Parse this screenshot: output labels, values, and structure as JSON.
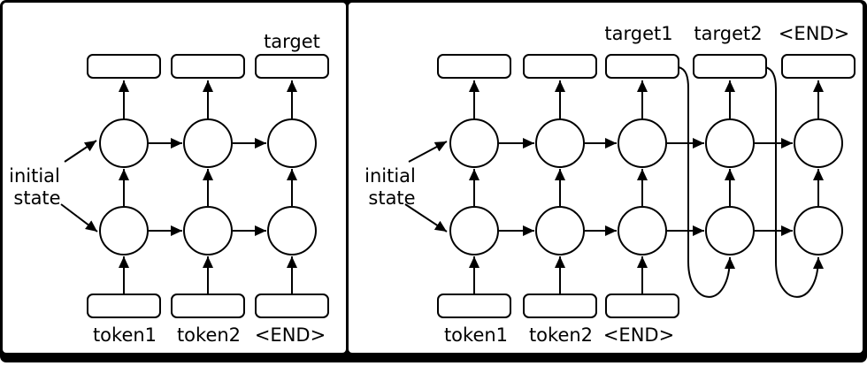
{
  "diagram": {
    "colors": {
      "stroke": "#000000",
      "background": "#ffffff",
      "frame": "#000000",
      "text": "#000000"
    },
    "left_panel": {
      "initial_state": {
        "line1": "initial",
        "line2": "state"
      },
      "output_labels": {
        "col3": "target"
      },
      "input_labels": {
        "col1": "token1",
        "col2": "token2",
        "col3": "<END>"
      }
    },
    "right_panel": {
      "initial_state": {
        "line1": "initial",
        "line2": "state"
      },
      "output_labels": {
        "col3": "target1",
        "col4": "target2",
        "col5": "<END>"
      },
      "input_labels": {
        "col1": "token1",
        "col2": "token2",
        "col3": "<END>"
      }
    }
  }
}
